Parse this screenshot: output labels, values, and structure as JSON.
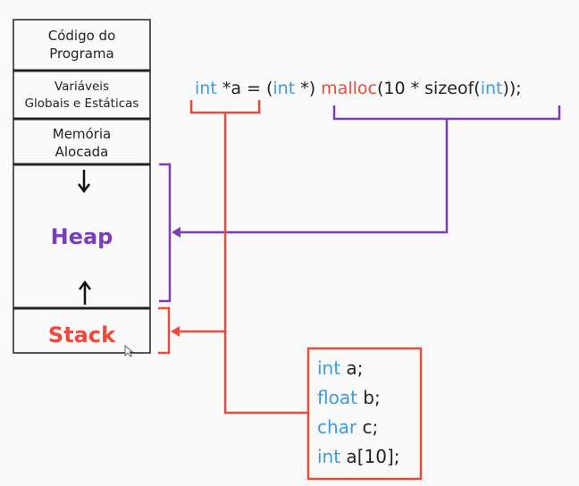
{
  "memory": {
    "code_line1": "Código do",
    "code_line2": "Programa",
    "globals_line1": "Variáveis",
    "globals_line2": "Globais e Estáticas",
    "alloc_line1": "Memória",
    "alloc_line2": "Alocada",
    "heap": "Heap",
    "stack": "Stack"
  },
  "code": {
    "kw_int1": "int",
    "decl": " *a = (",
    "kw_int2": "int",
    "cast_close": " *) ",
    "fn_malloc": "malloc",
    "args": "(10 * sizeof(",
    "kw_int3": "int",
    "end": "));"
  },
  "stack_vars": [
    {
      "type": "int",
      "rest": " a;"
    },
    {
      "type": "float",
      "rest": " b;"
    },
    {
      "type": "char",
      "rest": " c;"
    },
    {
      "type": "int",
      "rest": " a[10];"
    }
  ],
  "colors": {
    "heap": "#7a3fb8",
    "stack": "#ec4a3c",
    "keyword": "#3d9be0",
    "text": "#222222"
  }
}
